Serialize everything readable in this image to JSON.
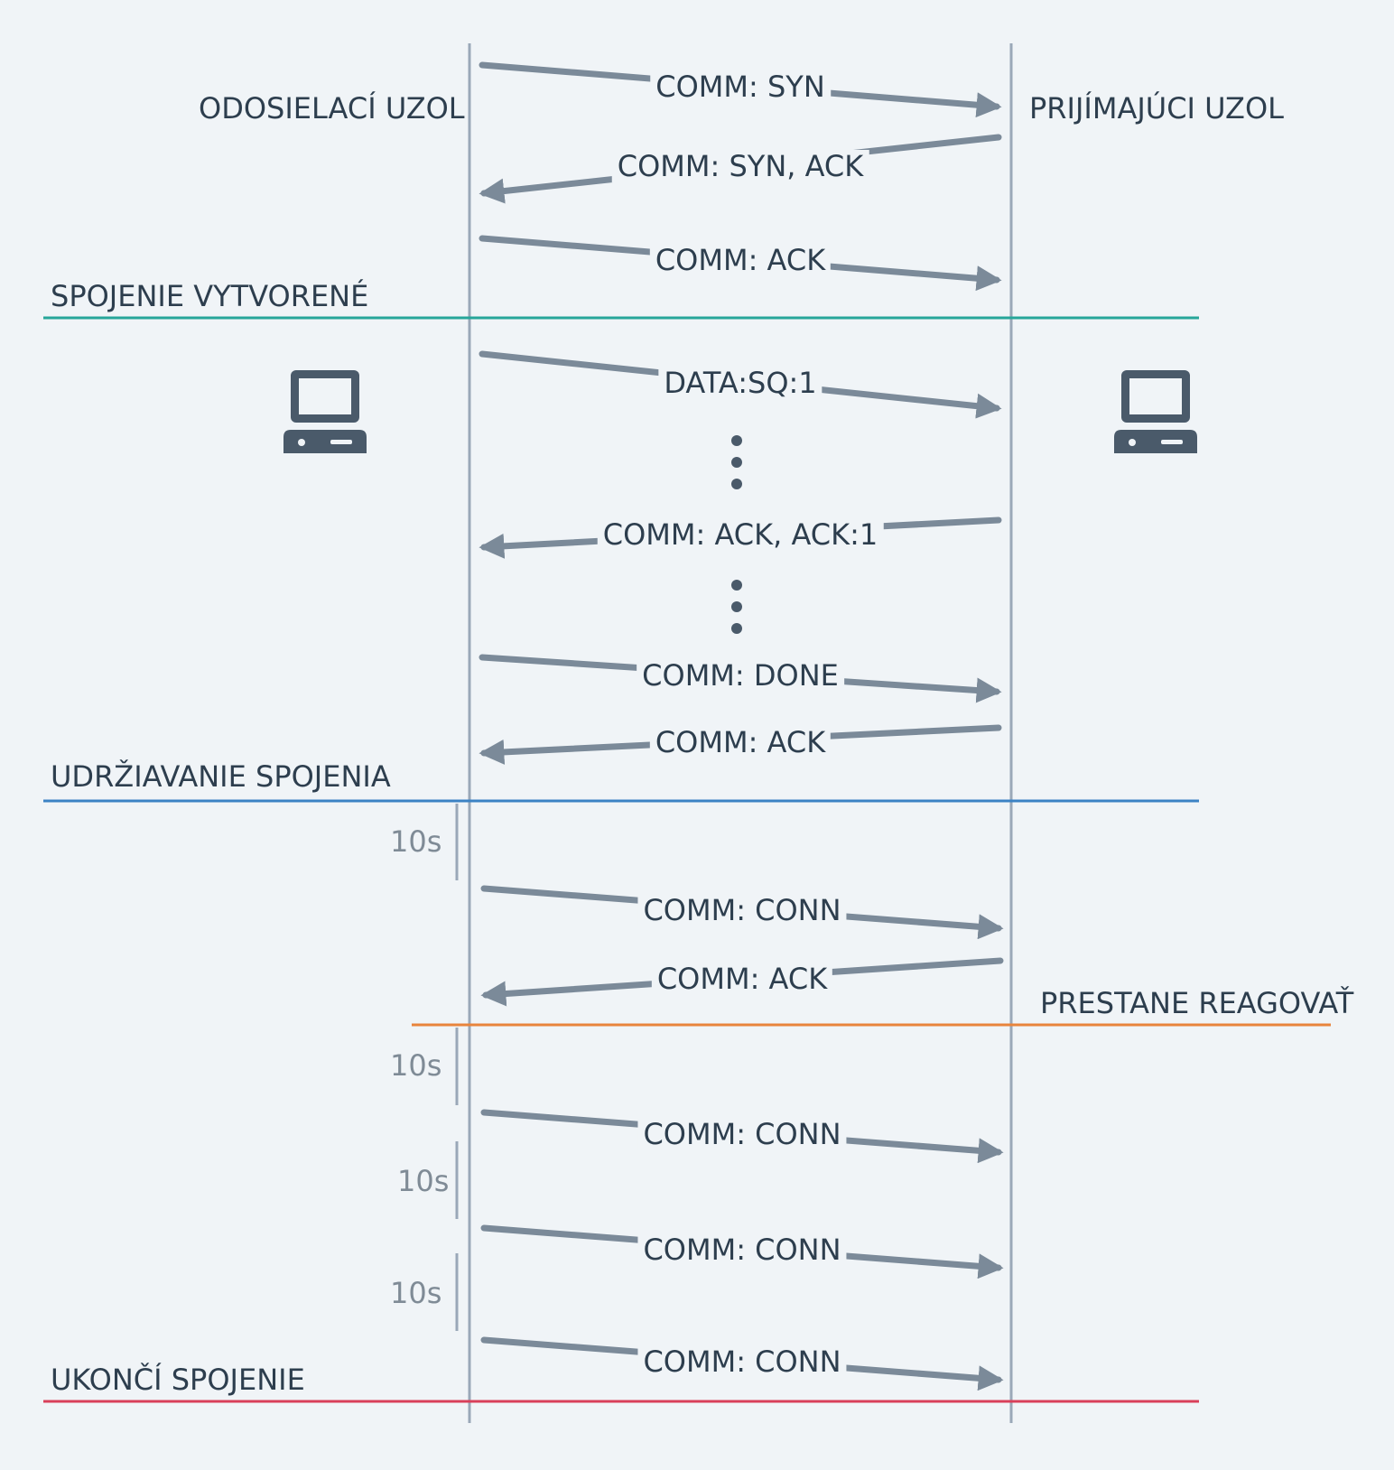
{
  "nodes": {
    "sender": "ODOSIELACÍ UZOL",
    "receiver": "PRIJÍMAJÚCI UZOL"
  },
  "phases": {
    "established": "SPOJENIE VYTVORENÉ",
    "keepalive": "UDRŽIAVANIE SPOJENIA",
    "stops": "PRESTANE REAGOVAŤ",
    "terminate": "UKONČÍ SPOJENIE"
  },
  "messages": [
    {
      "label": "COMM: SYN",
      "direction": "to-receiver"
    },
    {
      "label": "COMM: SYN, ACK",
      "direction": "to-sender"
    },
    {
      "label": "COMM: ACK",
      "direction": "to-receiver"
    },
    {
      "label": "DATA:SQ:1",
      "direction": "to-receiver"
    },
    {
      "label": "COMM: ACK, ACK:1",
      "direction": "to-sender"
    },
    {
      "label": "COMM: DONE",
      "direction": "to-receiver"
    },
    {
      "label": "COMM: ACK",
      "direction": "to-sender"
    },
    {
      "label": "COMM: CONN",
      "direction": "to-receiver"
    },
    {
      "label": "COMM: ACK",
      "direction": "to-sender"
    },
    {
      "label": "COMM: CONN",
      "direction": "to-receiver"
    },
    {
      "label": "COMM: CONN",
      "direction": "to-receiver"
    },
    {
      "label": "COMM: CONN",
      "direction": "to-receiver"
    }
  ],
  "timers": [
    "10s",
    "10s",
    "10s",
    "10s"
  ],
  "colors": {
    "background": "#f0f4f7",
    "lifeline": "#9aa8b8",
    "arrow": "#7b8a99",
    "text": "#2d3e4e",
    "established": "#26a69a",
    "keepalive": "#3b82c4",
    "stops": "#e8843c",
    "terminate": "#d9405a",
    "computer": "#4a5a6a"
  },
  "icons": [
    "computer-icon",
    "computer-icon"
  ]
}
